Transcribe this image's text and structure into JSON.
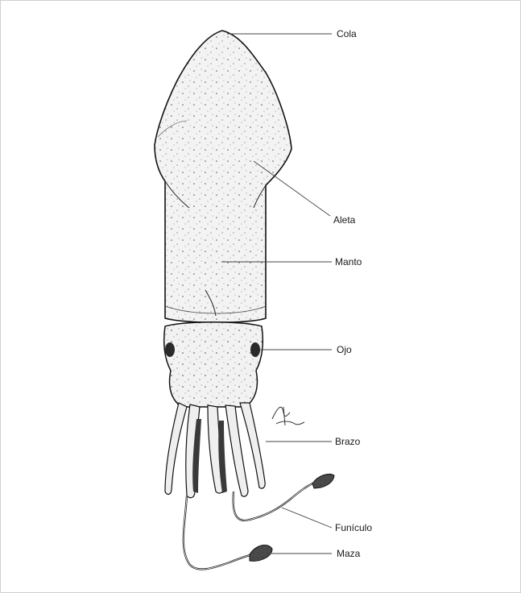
{
  "diagram": {
    "labels": {
      "cola": "Cola",
      "aleta": "Aleta",
      "manto": "Manto",
      "ojo": "Ojo",
      "brazo": "Brazo",
      "funiculo": "Funículo",
      "maza": "Maza"
    },
    "signature": "ilustrator signature (stylized)"
  }
}
